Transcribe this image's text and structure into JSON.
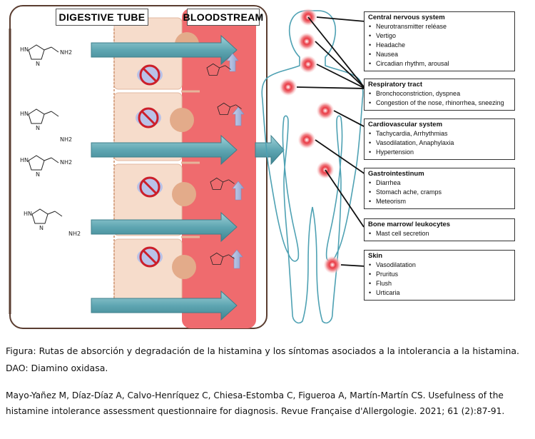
{
  "headers": {
    "left": "DIGESTIVE TUBE",
    "right": "BLOODSTREAM"
  },
  "colors": {
    "cell": "#f6dccb",
    "nucleus": "#e3ab8a",
    "blood": "#ef6b6e",
    "arrow": "#5fa6b2",
    "symptom": "#ea3a44"
  },
  "boxes": [
    {
      "title": "Central nervous system",
      "items": [
        "Neurotransmitter reléase",
        "Vertigo",
        "Headache",
        "Nausea",
        "Circadian rhythm, arousal"
      ]
    },
    {
      "title": "Respiratory tract",
      "items": [
        "Bronchoconstriction, dyspnea",
        "Congestion of the nose, rhinorrhea,  sneezing"
      ]
    },
    {
      "title": "Cardiovascular system",
      "items": [
        "Tachycardia, Arrhythmias",
        "Vasodilatation, Anaphylaxia",
        "Hypertension"
      ]
    },
    {
      "title": "Gastrointestinum",
      "items": [
        "Diarrhea",
        "Stomach ache, cramps",
        "Meteorism"
      ]
    },
    {
      "title": "Bone marrow/ leukocytes",
      "items": [
        "Mast cell secretion"
      ]
    },
    {
      "title": "Skin",
      "items": [
        "Vasodilatation",
        "Pruritus",
        "Flush",
        "Urticaria"
      ]
    }
  ],
  "molecule_labels": {
    "hn": "HN",
    "n": "N",
    "nh2": "NH2"
  },
  "caption": "Figura: Rutas de absorción y degradación de la histamina y los síntomas asociados a la intolerancia a la histamina. DAO: Diamino oxidasa.",
  "citation": "Mayo-Yañez M, Díaz-Díaz A, Calvo-Henríquez C, Chiesa-Estomba C, Figueroa A, Martín-Martín CS. Usefulness of the histamine intolerance assessment questionnaire for diagnosis. Revue Française d'Allergologie. 2021; 61 (2):87-91."
}
